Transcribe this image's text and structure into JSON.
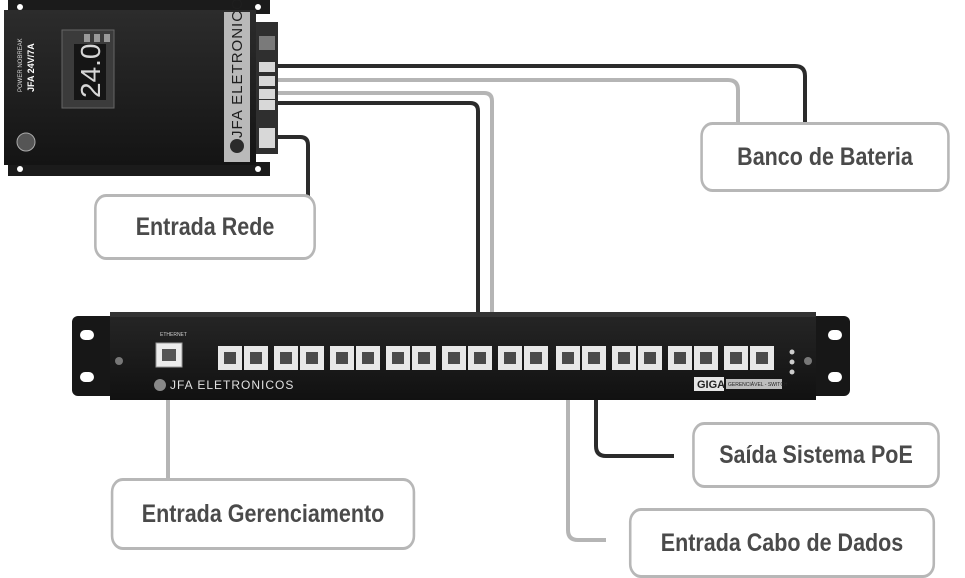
{
  "labels": {
    "battery_bank": "Banco de Bateria",
    "network_input": "Entrada Rede",
    "poe_output": "Saída Sistema PoE",
    "management_input": "Entrada Gerenciamento",
    "data_cable_input": "Entrada Cabo de Dados"
  },
  "power_supply": {
    "brand": "JFA ELETRONICOS",
    "display": "24.0",
    "model_line1": "POWER NOBREAK",
    "model_line2": "JFA 24V/7A"
  },
  "switch": {
    "brand": "JFA ELETRONICOS",
    "badge": "GIGA",
    "badge_sub": "GERENCIÁVEL - SWITCH",
    "mgmt_port_label": "ETHERNET"
  },
  "colors": {
    "callout_border": "#b7b7b7",
    "callout_text": "#4a4a4a",
    "device_body": "#1e1e1e",
    "cable_dark": "#2b2b2b",
    "cable_light": "#b5b5b5"
  }
}
